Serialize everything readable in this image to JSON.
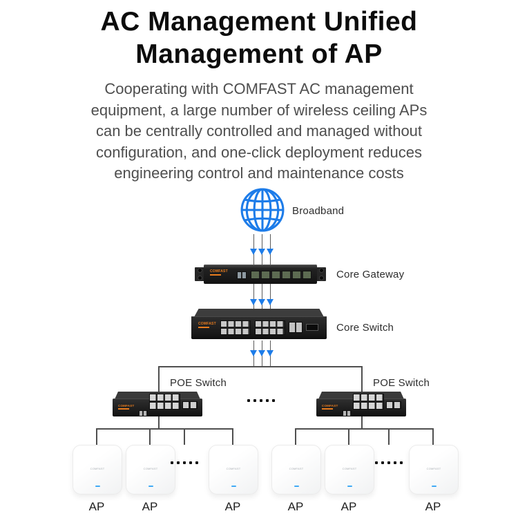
{
  "title": {
    "line1": "AC Management Unified",
    "line2": "Management of AP"
  },
  "description": "Cooperating with COMFAST AC management\nequipment, a large number of wireless ceiling APs\ncan be centrally controlled and managed without\nconfiguration, and one-click deployment reduces\nengineering control and maintenance costs",
  "diagram": {
    "device_brand": "COMFAST",
    "nodes": {
      "broadband": {
        "label": "Broadband"
      },
      "core_gateway": {
        "label": "Core Gateway"
      },
      "core_switch": {
        "label": "Core Switch"
      },
      "poe_switch_left": {
        "label": "POE Switch"
      },
      "poe_switch_right": {
        "label": "POE Switch"
      }
    },
    "ap_labels": [
      "AP",
      "AP",
      "AP",
      "AP",
      "AP",
      "AP"
    ],
    "colors": {
      "accent_blue": "#1d7ce9",
      "brand_orange": "#e87c1e",
      "line_gray": "#4f4f4f",
      "title_black": "#0c0c0c",
      "body_gray": "#4e4e4e"
    }
  }
}
